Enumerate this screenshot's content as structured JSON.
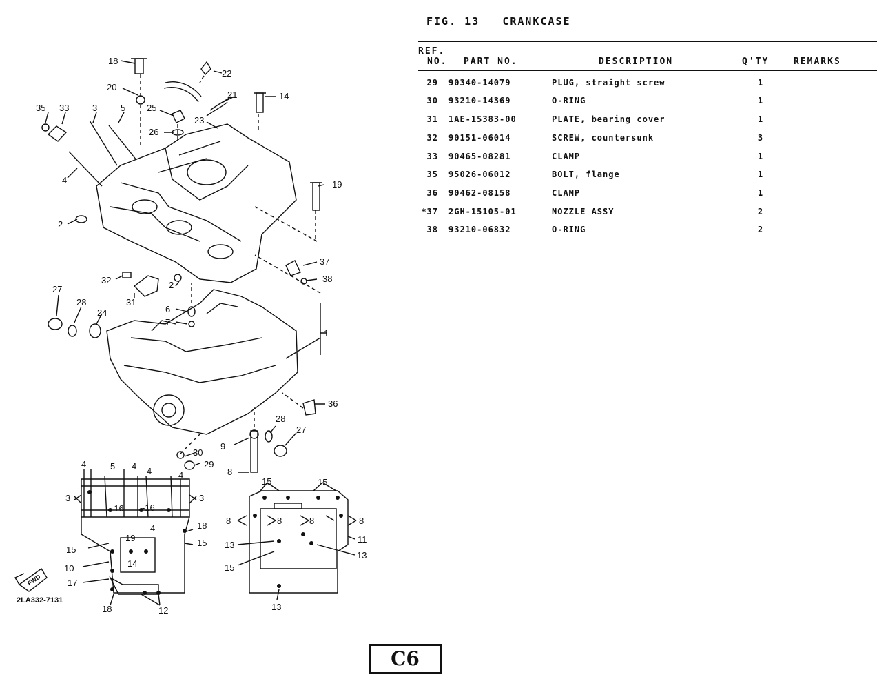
{
  "figure": {
    "label": "FIG. 13",
    "title": "CRANKCASE",
    "drawing_number": "2LA332-7131",
    "page_code": "C6",
    "front_marker": "FWD"
  },
  "table": {
    "headers": {
      "ref_line1": "REF.",
      "ref_line2": "NO.",
      "part_no": "PART NO.",
      "description": "DESCRIPTION",
      "qty": "Q'TY",
      "remarks": "REMARKS"
    },
    "rows": [
      {
        "ref": "29",
        "part_no": "90340-14079",
        "description": "PLUG, straight screw",
        "qty": "1",
        "remarks": ""
      },
      {
        "ref": "30",
        "part_no": "93210-14369",
        "description": "O-RING",
        "qty": "1",
        "remarks": ""
      },
      {
        "ref": "31",
        "part_no": "1AE-15383-00",
        "description": "PLATE, bearing cover",
        "qty": "1",
        "remarks": ""
      },
      {
        "ref": "32",
        "part_no": "90151-06014",
        "description": "SCREW, countersunk",
        "qty": "3",
        "remarks": ""
      },
      {
        "ref": "33",
        "part_no": "90465-08281",
        "description": "CLAMP",
        "qty": "1",
        "remarks": ""
      },
      {
        "ref": "35",
        "part_no": "95026-06012",
        "description": "BOLT, flange",
        "qty": "1",
        "remarks": ""
      },
      {
        "ref": "36",
        "part_no": "90462-08158",
        "description": "CLAMP",
        "qty": "1",
        "remarks": ""
      },
      {
        "ref": "*37",
        "part_no": "2GH-15105-01",
        "description": "NOZZLE ASSY",
        "qty": "2",
        "remarks": ""
      },
      {
        "ref": "38",
        "part_no": "93210-06832",
        "description": "O-RING",
        "qty": "2",
        "remarks": ""
      }
    ]
  },
  "callouts": {
    "c18": "18",
    "c22": "22",
    "c20": "20",
    "c21": "21",
    "c14": "14",
    "c35": "35",
    "c33": "33",
    "c3": "3",
    "c5": "5",
    "c25": "25",
    "c23": "23",
    "c26": "26",
    "c19": "19",
    "c4": "4",
    "c2a": "2",
    "c37": "37",
    "c38": "38",
    "c32": "32",
    "c31": "31",
    "c2b": "2",
    "c27a": "27",
    "c28a": "28",
    "c24": "24",
    "c6": "6",
    "c7": "7",
    "c1": "1",
    "c36": "36",
    "c28b": "28",
    "c27b": "27",
    "c9": "9",
    "c30": "30",
    "c29": "29",
    "c8": "8",
    "l4a": "4",
    "l5": "5",
    "l4b": "4",
    "l4c": "4",
    "l4d": "4",
    "l3a": "3",
    "l3b": "3",
    "l16a": "-16",
    "l16b": "-16",
    "l4e": "4",
    "l18a": "18",
    "l15a": "15",
    "l19": "19",
    "l15b": "15",
    "l14": "14",
    "l10": "10",
    "l17": "17",
    "l18b": "18",
    "l12": "12",
    "r15a": "15",
    "r15b": "15",
    "r8a": "8",
    "r8b": "8",
    "r8c": "8",
    "r8d": "8",
    "r11": "11",
    "r13a": "13",
    "r13b": "13",
    "r15c": "15",
    "r13c": "13"
  }
}
